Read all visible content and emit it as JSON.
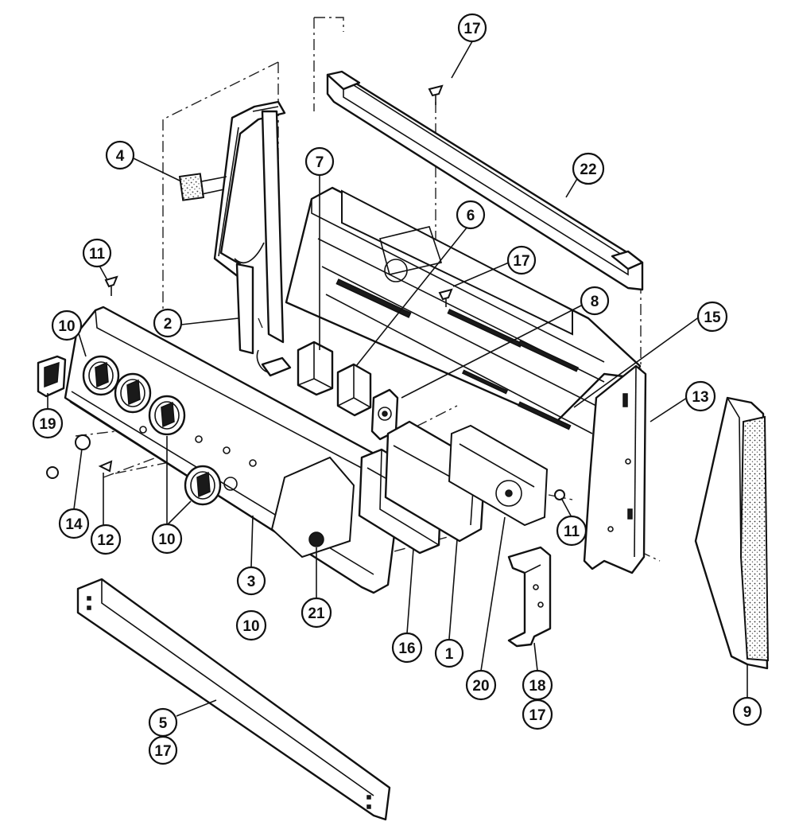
{
  "callouts": [
    {
      "id": "c17a",
      "label": "17"
    },
    {
      "id": "c4",
      "label": "4"
    },
    {
      "id": "c22",
      "label": "22"
    },
    {
      "id": "c7",
      "label": "7"
    },
    {
      "id": "c6",
      "label": "6"
    },
    {
      "id": "c17b",
      "label": "17"
    },
    {
      "id": "c11a",
      "label": "11"
    },
    {
      "id": "c8",
      "label": "8"
    },
    {
      "id": "c10a",
      "label": "10"
    },
    {
      "id": "c2",
      "label": "2"
    },
    {
      "id": "c15",
      "label": "15"
    },
    {
      "id": "c13",
      "label": "13"
    },
    {
      "id": "c19",
      "label": "19"
    },
    {
      "id": "c14",
      "label": "14"
    },
    {
      "id": "c12",
      "label": "12"
    },
    {
      "id": "c10b",
      "label": "10"
    },
    {
      "id": "c11b",
      "label": "11"
    },
    {
      "id": "c3",
      "label": "3"
    },
    {
      "id": "c16",
      "label": "16"
    },
    {
      "id": "c1",
      "label": "1"
    },
    {
      "id": "c10c",
      "label": "10"
    },
    {
      "id": "c21",
      "label": "21"
    },
    {
      "id": "c20",
      "label": "20"
    },
    {
      "id": "c18",
      "label": "18"
    },
    {
      "id": "c17c",
      "label": "17"
    },
    {
      "id": "c9",
      "label": "9"
    },
    {
      "id": "c5",
      "label": "5"
    },
    {
      "id": "c17d",
      "label": "17"
    }
  ]
}
